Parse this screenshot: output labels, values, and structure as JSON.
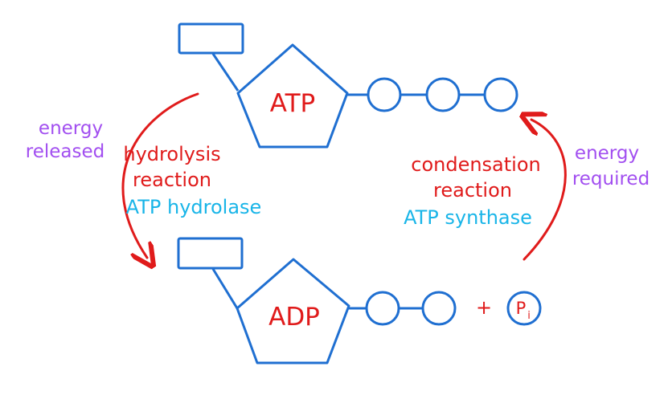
{
  "colors": {
    "structure": "#1f6fd1",
    "reaction": "#e01b1b",
    "enzyme": "#19b5e8",
    "energy": "#a24ff0",
    "background": "#ffffff"
  },
  "molecules": {
    "atp_label": "ATP",
    "adp_label": "ADP",
    "phosphate_label": "P",
    "phosphate_subscript": "i",
    "plus_sign": "+"
  },
  "left_side": {
    "energy_line1": "energy",
    "energy_line2": "released",
    "reaction_line1": "hydrolysis",
    "reaction_line2": "reaction",
    "enzyme": "ATP hydrolase"
  },
  "right_side": {
    "energy_line1": "energy",
    "energy_line2": "required",
    "reaction_line1": "condensation",
    "reaction_line2": "reaction",
    "enzyme": "ATP synthase"
  }
}
